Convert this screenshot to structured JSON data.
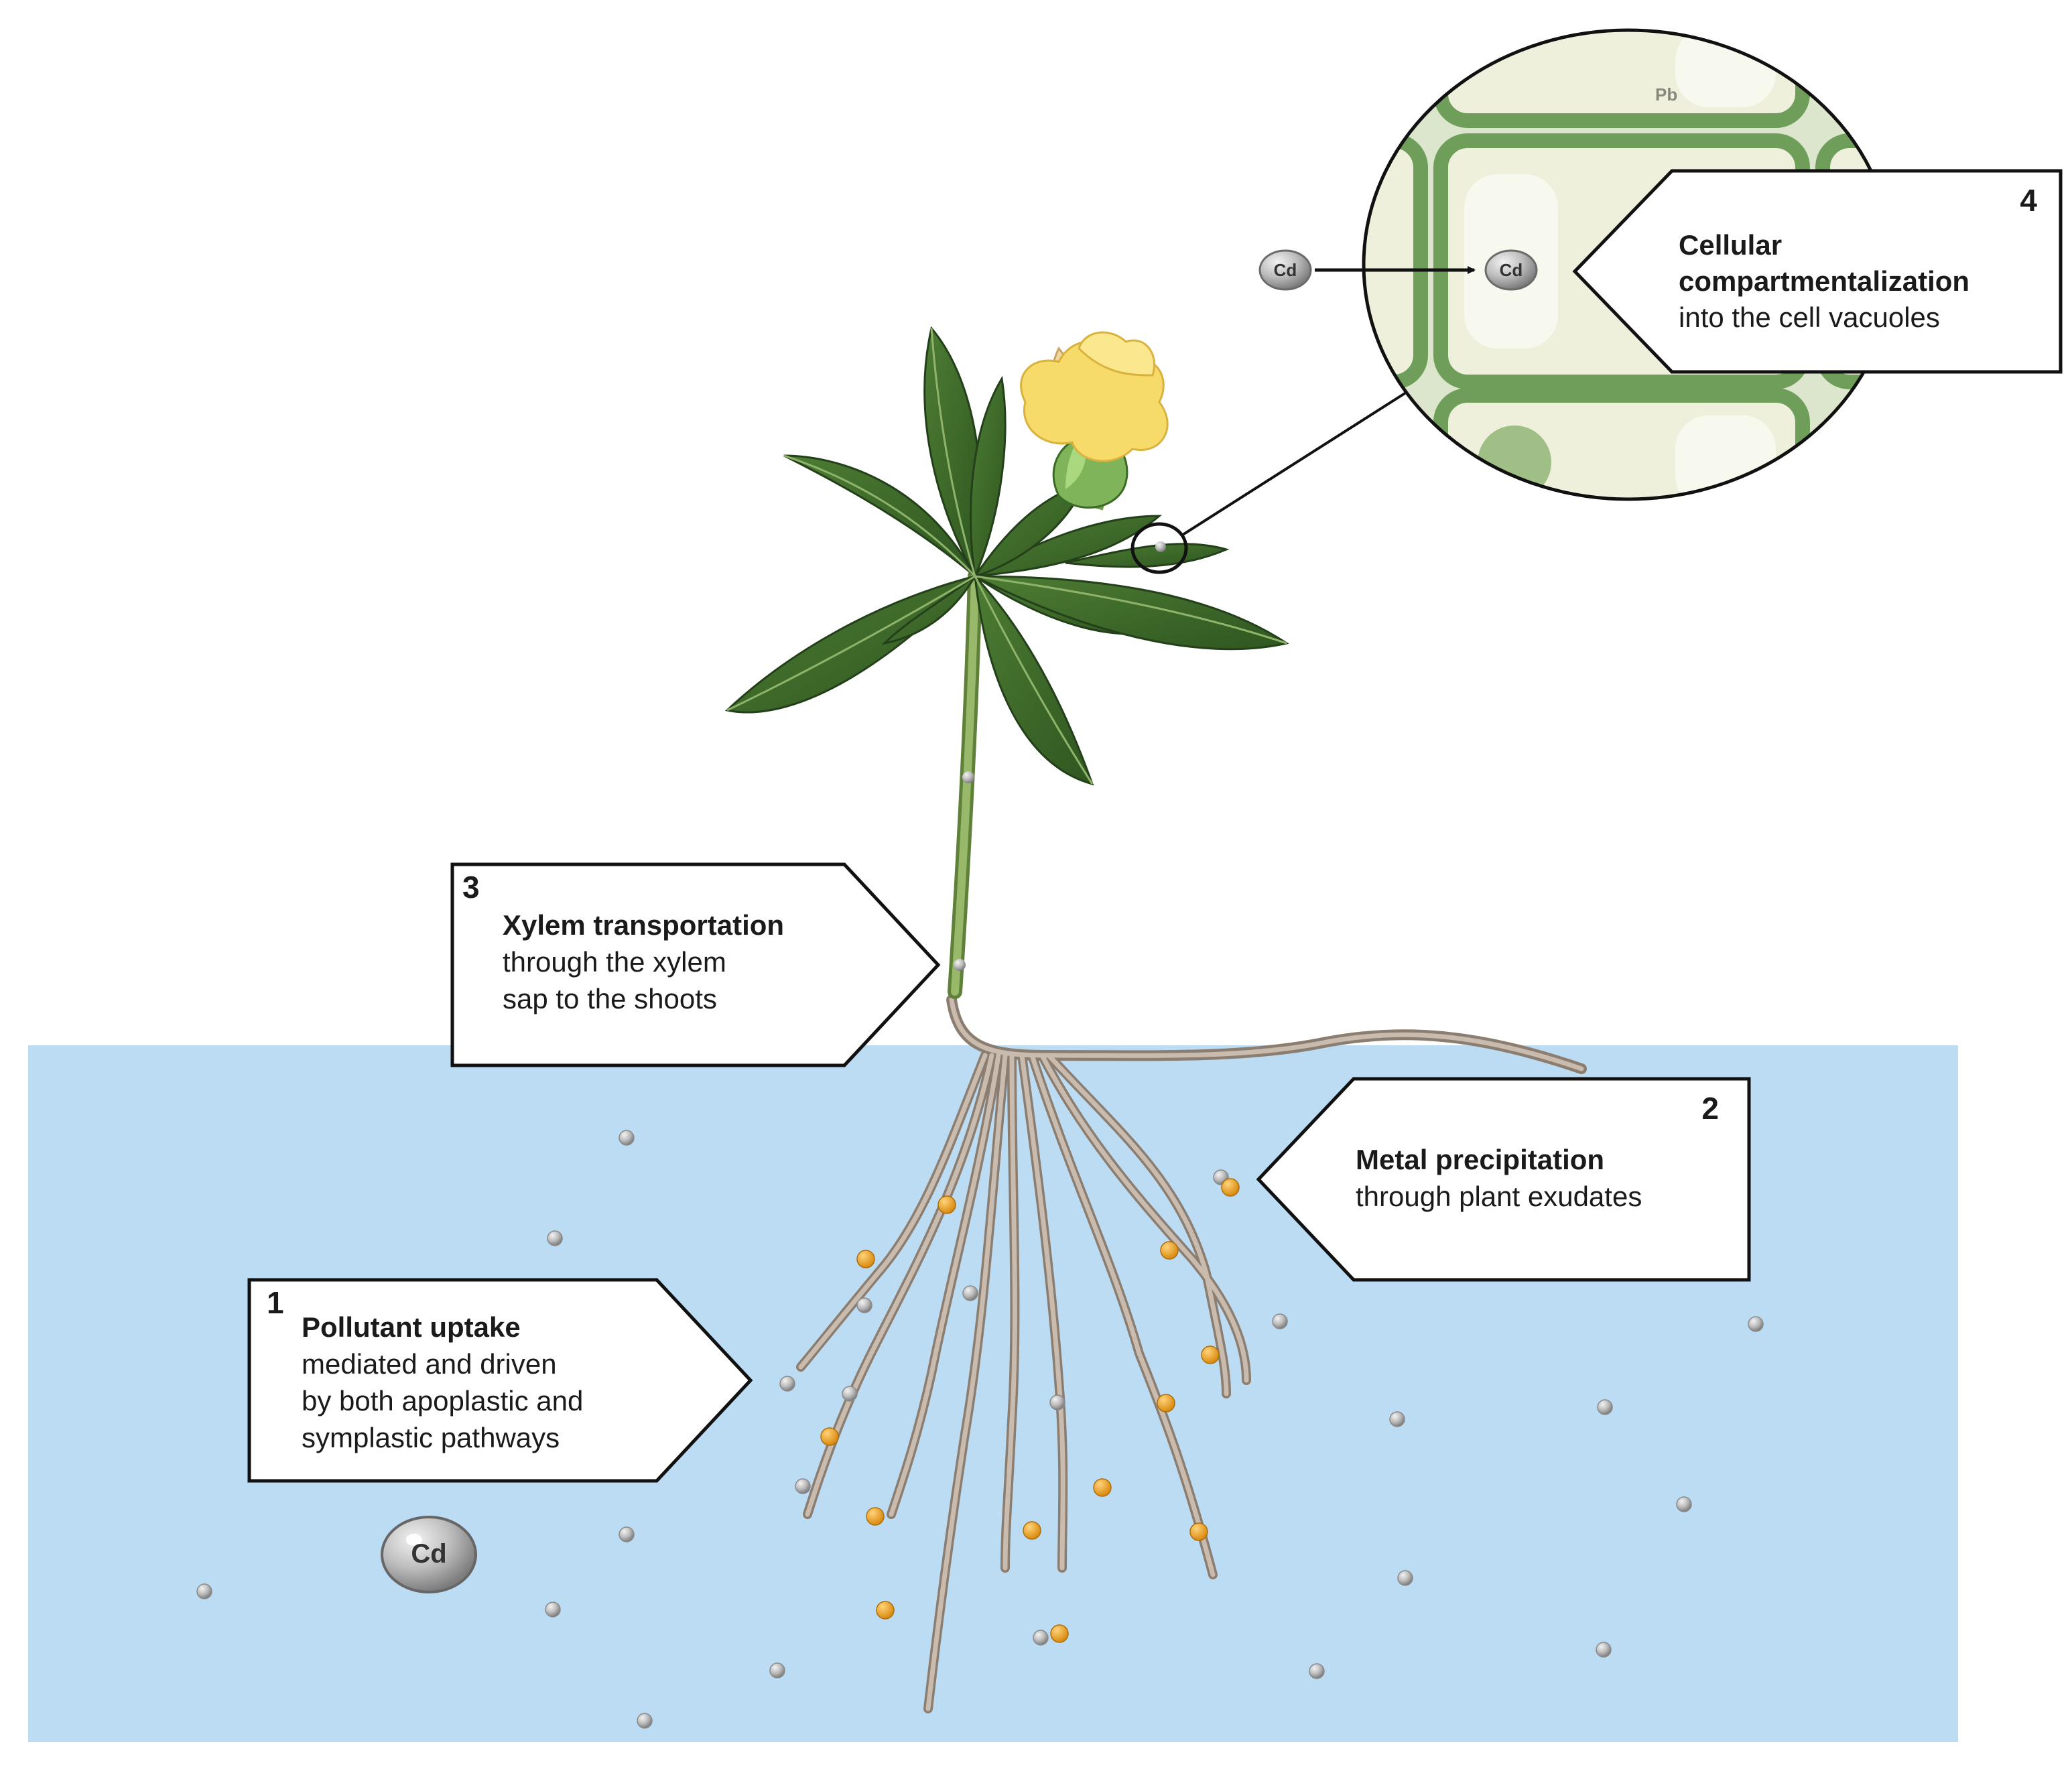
{
  "callouts": [
    {
      "number": "1",
      "title": "Pollutant uptake",
      "lines": [
        "mediated and driven",
        "by both apoplastic and",
        "symplastic pathways"
      ]
    },
    {
      "number": "2",
      "title": "Metal precipitation",
      "lines": [
        "through plant exudates"
      ]
    },
    {
      "number": "3",
      "title": "Xylem transportation",
      "lines": [
        "through the xylem",
        "sap to the shoots"
      ]
    },
    {
      "number": "4",
      "title_lines": [
        "Cellular",
        "compartmentalization"
      ],
      "lines": [
        "into the cell vacuoles"
      ]
    }
  ],
  "ions": {
    "legend_label": "Cd",
    "inset_outside_label": "Cd",
    "inset_inside_label": "Cd",
    "cell_faint_label": "Pb"
  },
  "colors": {
    "soil": "#bcdcf3",
    "root": "#b9aa9a",
    "leaf_dark": "#3f6b2c",
    "leaf_light": "#6f9a4a",
    "stem": "#86a95a",
    "flower": "#f7db6a",
    "metal_ion": "#b3b3b3",
    "precipitate": "#e69a1e",
    "cell_wall": "#6f9e5b",
    "cell_fill": "#eef0dc"
  }
}
